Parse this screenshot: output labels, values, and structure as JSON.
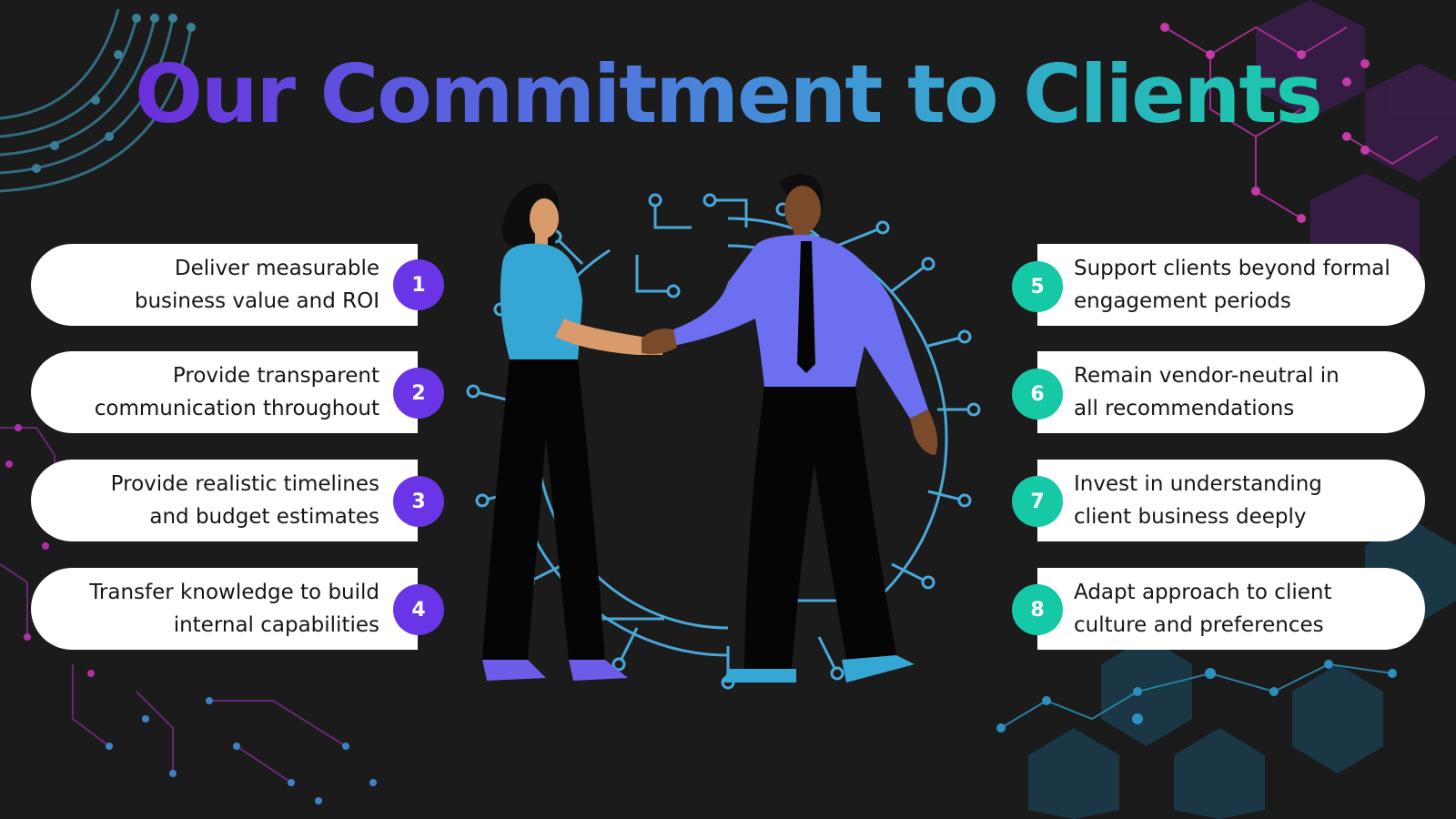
{
  "title": "Our Commitment to Clients",
  "colors": {
    "background": "#1b1b1c",
    "left_accent": "#6a35e6",
    "right_accent": "#16c9a6",
    "title_gradient": [
      "#6c2bd9",
      "#5a5fe0",
      "#3e9cd6",
      "#17cda8"
    ]
  },
  "left_items": [
    {
      "number": "1",
      "line1": "Deliver measurable",
      "line2": "business value and ROI"
    },
    {
      "number": "2",
      "line1": "Provide transparent",
      "line2": "communication throughout"
    },
    {
      "number": "3",
      "line1": "Provide realistic timelines",
      "line2": "and budget estimates"
    },
    {
      "number": "4",
      "line1": "Transfer knowledge to build",
      "line2": "internal capabilities"
    }
  ],
  "right_items": [
    {
      "number": "5",
      "line1": "Support clients beyond formal",
      "line2": "engagement periods"
    },
    {
      "number": "6",
      "line1": "Remain vendor-neutral in",
      "line2": "all recommendations"
    },
    {
      "number": "7",
      "line1": "Invest in understanding",
      "line2": "client business deeply"
    },
    {
      "number": "8",
      "line1": "Adapt approach to client",
      "line2": "culture and preferences"
    }
  ],
  "illustration": {
    "icon": "handshake-illustration"
  }
}
